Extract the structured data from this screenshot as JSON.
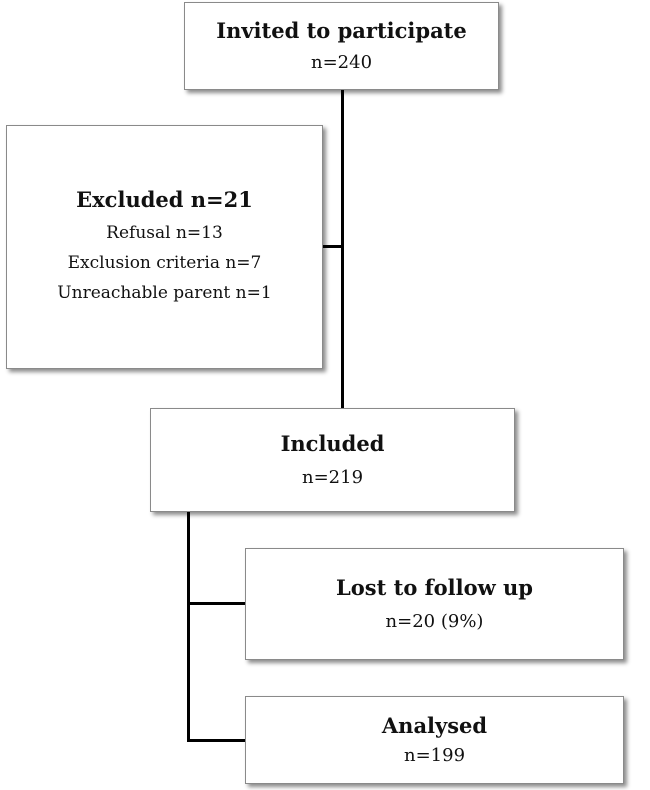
{
  "invited": {
    "title": "Invited to participate",
    "count": "n=240"
  },
  "excluded": {
    "title": "Excluded n=21",
    "reasons": [
      "Refusal n=13",
      "Exclusion criteria n=7",
      "Unreachable parent n=1"
    ]
  },
  "included": {
    "title": "Included",
    "count": "n=219"
  },
  "lost": {
    "title": "Lost to follow up",
    "count": "n=20 (9%)"
  },
  "analysed": {
    "title": "Analysed",
    "count": "n=199"
  }
}
